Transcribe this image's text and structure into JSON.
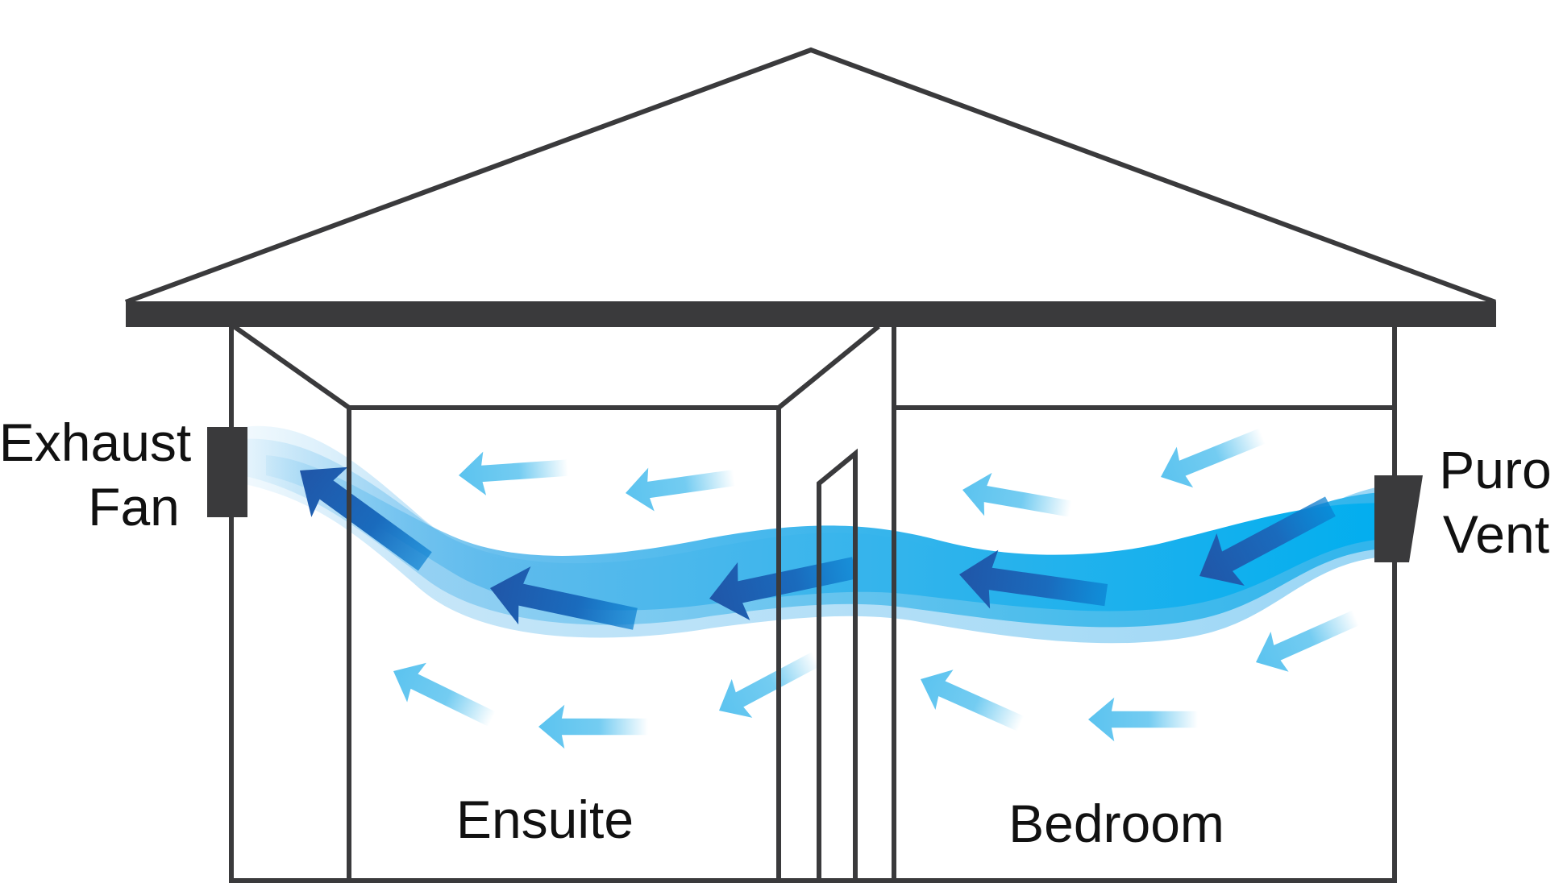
{
  "labels": {
    "exhaust_fan_line1": "Exhaust",
    "exhaust_fan_line2": "Fan",
    "puro_vent_line1": "Puro",
    "puro_vent_line2": "Vent",
    "ensuite": "Ensuite",
    "bedroom": "Bedroom"
  },
  "colors": {
    "outline": "#3a3a3c",
    "roof_beam": "#3a3a3c",
    "airflow_light": "#bfe3f8",
    "airflow_mid": "#7cc9f0",
    "airflow_bright": "#00aeef",
    "arrow_light": "#5bc3ef",
    "arrow_dark": "#1f5fb3"
  },
  "icons": {
    "exhaust_fan": "exhaust-fan-icon",
    "puro_vent": "puro-vent-icon",
    "airflow_arrow": "airflow-arrow-icon"
  }
}
